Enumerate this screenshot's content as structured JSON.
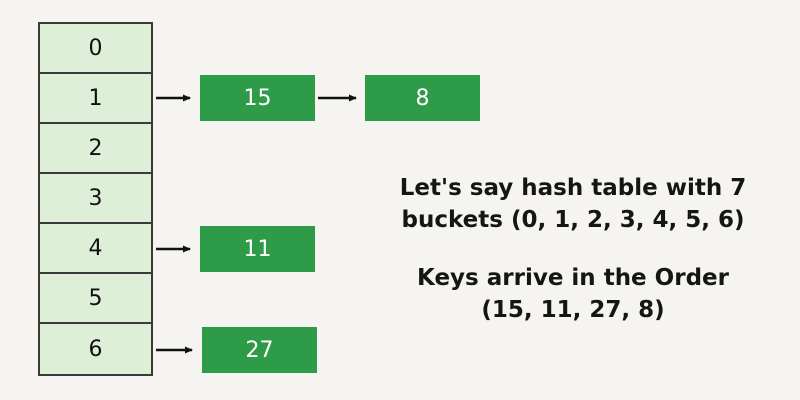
{
  "diagram": {
    "title": "hash-table-chaining-diagram",
    "buckets": [
      "0",
      "1",
      "2",
      "3",
      "4",
      "5",
      "6"
    ],
    "chains": [
      {
        "bucket": "1",
        "nodes": [
          "15",
          "8"
        ]
      },
      {
        "bucket": "4",
        "nodes": [
          "11"
        ]
      },
      {
        "bucket": "6",
        "nodes": [
          "27"
        ]
      }
    ],
    "nodes": [
      {
        "label": "15"
      },
      {
        "label": "8"
      },
      {
        "label": "11"
      },
      {
        "label": "27"
      }
    ],
    "annotation": {
      "para1_line1": "Let's say hash table with 7",
      "para1_line2": "buckets (0, 1, 2, 3, 4, 5, 6)",
      "para2_line1": "Keys arrive in the Order",
      "para2_line2": "(15, 11, 27, 8)"
    },
    "colors": {
      "background": "#f5f4f1",
      "bucket_fill": "#ddefd6",
      "node_fill": "#2e9b49",
      "arrow": "#111111",
      "border": "#3a3a3a"
    }
  }
}
